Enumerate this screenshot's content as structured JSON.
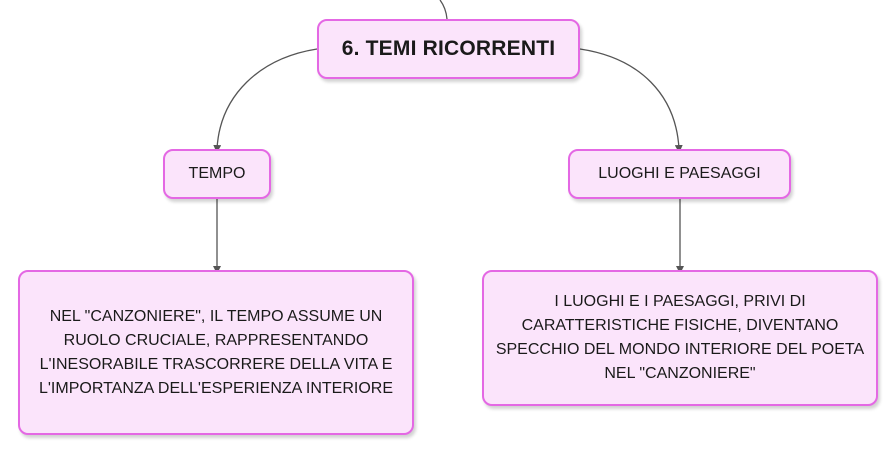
{
  "diagram": {
    "root": {
      "label": "6. TEMI RICORRENTI"
    },
    "branches": [
      {
        "topic": "TEMPO",
        "description": "NEL \"CANZONIERE\", IL TEMPO ASSUME UN RUOLO CRUCIALE, RAPPRESENTANDO L'INESORABILE TRASCORRERE DELLA VITA E L'IMPORTANZA DELL'ESPERIENZA INTERIORE"
      },
      {
        "topic": "LUOGHI E PAESAGGI",
        "description": "I LUOGHI E I PAESAGGI, PRIVI DI CARATTERISTICHE FISICHE, DIVENTANO SPECCHIO DEL MONDO INTERIORE DEL POETA NEL \"CANZONIERE\""
      }
    ],
    "colors": {
      "node_fill": "#fbe4fb",
      "node_border": "#e468e4",
      "connector": "#555555"
    }
  }
}
